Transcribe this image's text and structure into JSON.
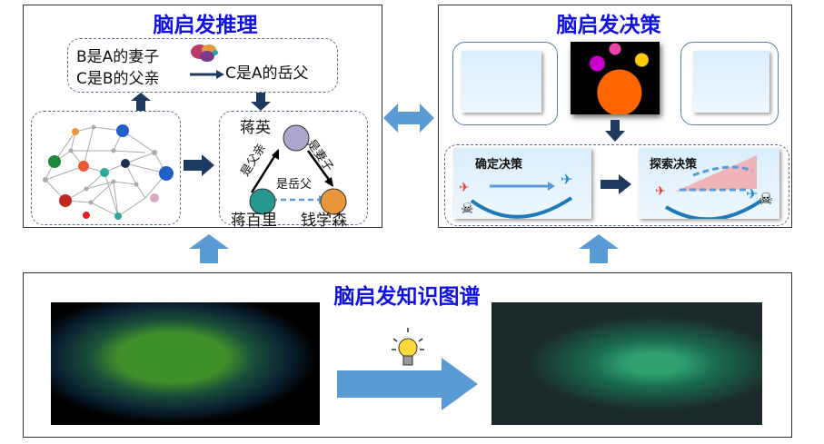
{
  "reasoning": {
    "title": "脑启发推理",
    "premise1": "B是A的妻子",
    "premise2": "C是B的父亲",
    "conclusion": "C是A的岳父",
    "nodes": {
      "top": "蒋英",
      "left": "蒋百里",
      "right": "钱学森"
    },
    "edges": {
      "left_top": "是父亲",
      "top_right": "是妻子",
      "left_right": "是岳父"
    }
  },
  "decision": {
    "title": "脑启发决策",
    "deterministic": "确定决策",
    "exploratory": "探索决策"
  },
  "knowledge": {
    "title": "脑启发知识图谱"
  },
  "colors": {
    "title": "#1010e8",
    "arrow": "#1f3a5f",
    "light_arrow": "#5b9bd5"
  }
}
